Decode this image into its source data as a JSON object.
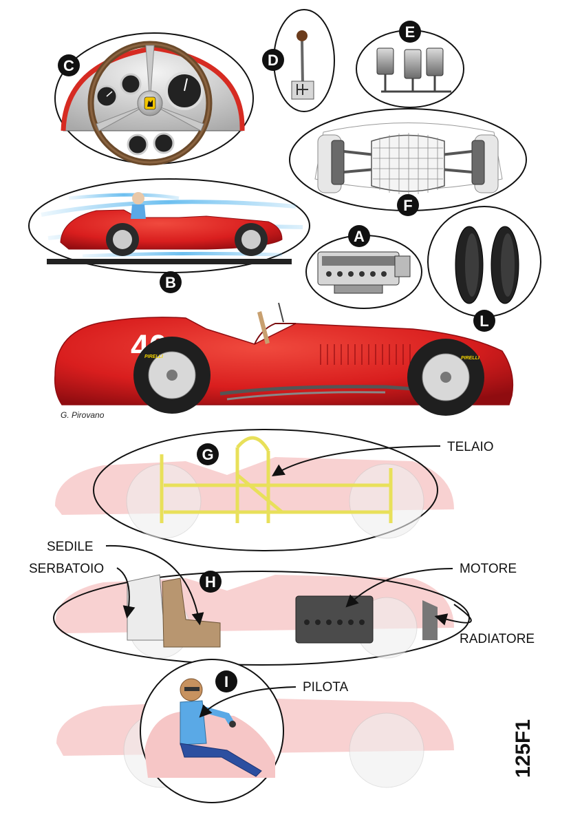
{
  "badges": {
    "a": "A",
    "b": "B",
    "c": "C",
    "d": "D",
    "e": "E",
    "f": "F",
    "g": "G",
    "h": "H",
    "i": "I",
    "l": "L"
  },
  "labels": {
    "telaio": "TELAIO",
    "sedile": "SEDILE",
    "serbatoio": "SERBATOIO",
    "motore": "MOTORE",
    "radiatore": "RADIATORE",
    "pilota": "PILOTA"
  },
  "car": {
    "race_number": "40",
    "tyre_brand": "PIRELLI"
  },
  "signature": "G. Pirovano",
  "model_code": "125F1",
  "colors": {
    "body_red": "#d91e1e",
    "body_dark_red": "#a50f12",
    "ghost_red": "#f6c6c6",
    "frame_yellow": "#e8e05a",
    "air_blue": "#5cb8ee",
    "seat_tan": "#b89670",
    "engine_grey": "#4b4b4b",
    "driver_blue": "#5aa9e6"
  }
}
